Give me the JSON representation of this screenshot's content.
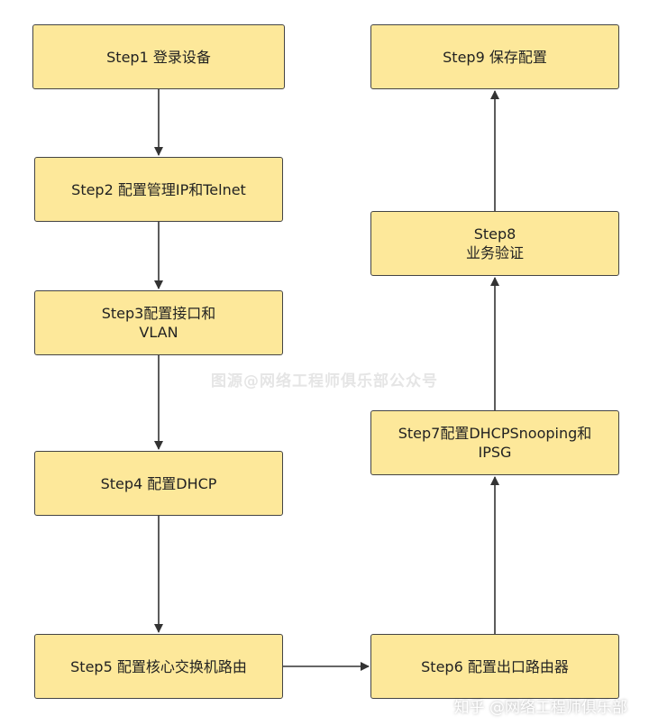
{
  "diagram": {
    "nodes": [
      {
        "id": "n1",
        "label": "Step1 登录设备"
      },
      {
        "id": "n2",
        "label": "Step2 配置管理IP和Telnet"
      },
      {
        "id": "n3",
        "label": "Step3配置接口和\nVLAN"
      },
      {
        "id": "n4",
        "label": "Step4 配置DHCP"
      },
      {
        "id": "n5",
        "label": "Step5 配置核心交换机路由"
      },
      {
        "id": "n6",
        "label": "Step6 配置出口路由器"
      },
      {
        "id": "n7",
        "label": "Step7配置DHCPSnooping和\nIPSG"
      },
      {
        "id": "n8",
        "label": "Step8\n业务验证"
      },
      {
        "id": "n9",
        "label": "Step9 保存配置"
      }
    ],
    "edges": [
      {
        "from": "n1",
        "to": "n2"
      },
      {
        "from": "n2",
        "to": "n3"
      },
      {
        "from": "n3",
        "to": "n4"
      },
      {
        "from": "n4",
        "to": "n5"
      },
      {
        "from": "n5",
        "to": "n6"
      },
      {
        "from": "n6",
        "to": "n7"
      },
      {
        "from": "n7",
        "to": "n8"
      },
      {
        "from": "n8",
        "to": "n9"
      }
    ]
  },
  "watermarks": {
    "center": "图源@网络工程师俱乐部公众号",
    "corner": "知乎 @网络工程师俱乐部"
  },
  "colors": {
    "node_fill": "#fde89a",
    "node_border": "#444444",
    "edge": "#333333"
  }
}
